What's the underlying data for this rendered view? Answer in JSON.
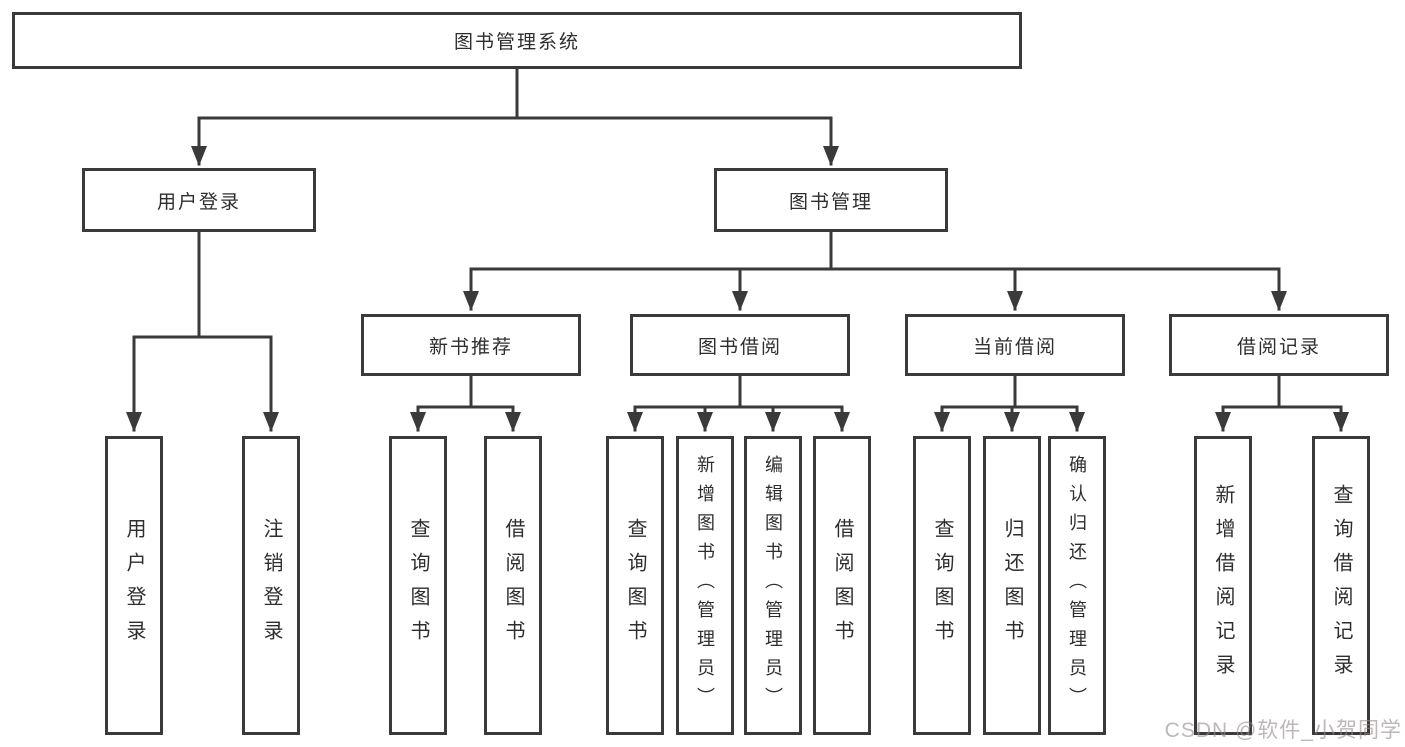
{
  "tree": {
    "root": "图书管理系统",
    "login": {
      "label": "用户登录",
      "children": [
        {
          "label": "用户登录"
        },
        {
          "label": "注销登录"
        }
      ]
    },
    "mgmt": {
      "label": "图书管理",
      "groups": [
        {
          "label": "新书推荐",
          "children": [
            {
              "label": "查询图书"
            },
            {
              "label": "借阅图书"
            }
          ]
        },
        {
          "label": "图书借阅",
          "children": [
            {
              "label": "查询图书"
            },
            {
              "label": "新增图书（管理员）"
            },
            {
              "label": "编辑图书（管理员）"
            },
            {
              "label": "借阅图书"
            }
          ]
        },
        {
          "label": "当前借阅",
          "children": [
            {
              "label": "查询图书"
            },
            {
              "label": "归还图书"
            },
            {
              "label": "确认归还（管理员）"
            }
          ]
        },
        {
          "label": "借阅记录",
          "children": [
            {
              "label": "新增借阅记录"
            },
            {
              "label": "查询借阅记录"
            }
          ]
        }
      ]
    }
  },
  "watermark": "CSDN @软件_小贺同学",
  "colors": {
    "line": "#3a3a3a",
    "text": "#2e2e2e",
    "background": "#ffffff",
    "watermark": "#968a8a"
  }
}
